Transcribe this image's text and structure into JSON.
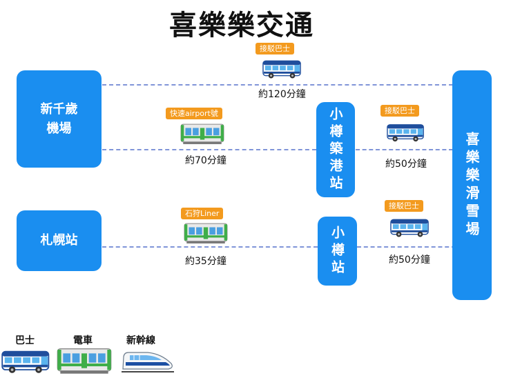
{
  "title": "喜樂樂交通",
  "nodes": {
    "shinchitose": "新千歲\n機場",
    "sapporo": "札幌站",
    "otaru_chikko": "小樽築港站",
    "otaru": "小樽站",
    "kiroro": "喜樂樂滑雪場"
  },
  "routes": {
    "chitose_kiroro": {
      "tag": "接駁巴士",
      "time": "約120分鐘",
      "icon": "bus-icon"
    },
    "chitose_chikko": {
      "tag": "快速airport號",
      "time": "約70分鐘",
      "icon": "train-icon"
    },
    "chikko_kiroro": {
      "tag": "接駁巴士",
      "time": "約50分鐘",
      "icon": "bus-icon"
    },
    "sapporo_otaru": {
      "tag": "石狩Liner",
      "time": "約35分鐘",
      "icon": "train-icon"
    },
    "otaru_kiroro": {
      "tag": "接駁巴士",
      "time": "約50分鐘",
      "icon": "bus-icon"
    }
  },
  "legend": {
    "bus": "巴士",
    "train": "電車",
    "shinkansen": "新幹線"
  },
  "colors": {
    "node": "#1a8ef0",
    "tag": "#f39a1e",
    "dash": "#7f94d8",
    "bus_body": "#1f4e9c",
    "train_green": "#3fae49"
  }
}
